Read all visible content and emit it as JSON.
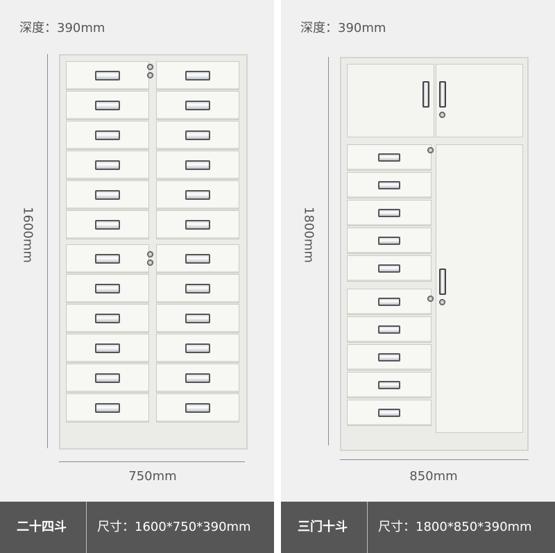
{
  "left": {
    "depth": "深度：390mm",
    "height": "1600mm",
    "width": "750mm",
    "title": "二十四斗",
    "spec": "尺寸：1600*750*390mm"
  },
  "right": {
    "depth": "深度：390mm",
    "height": "1800mm",
    "width": "850mm",
    "title": "三门十斗",
    "spec": "尺寸：1800*850*390mm"
  },
  "colors": {
    "panel_bg": "#f0f0f0",
    "footer_bg": "#565656",
    "cabinet": "#ebebe8"
  }
}
